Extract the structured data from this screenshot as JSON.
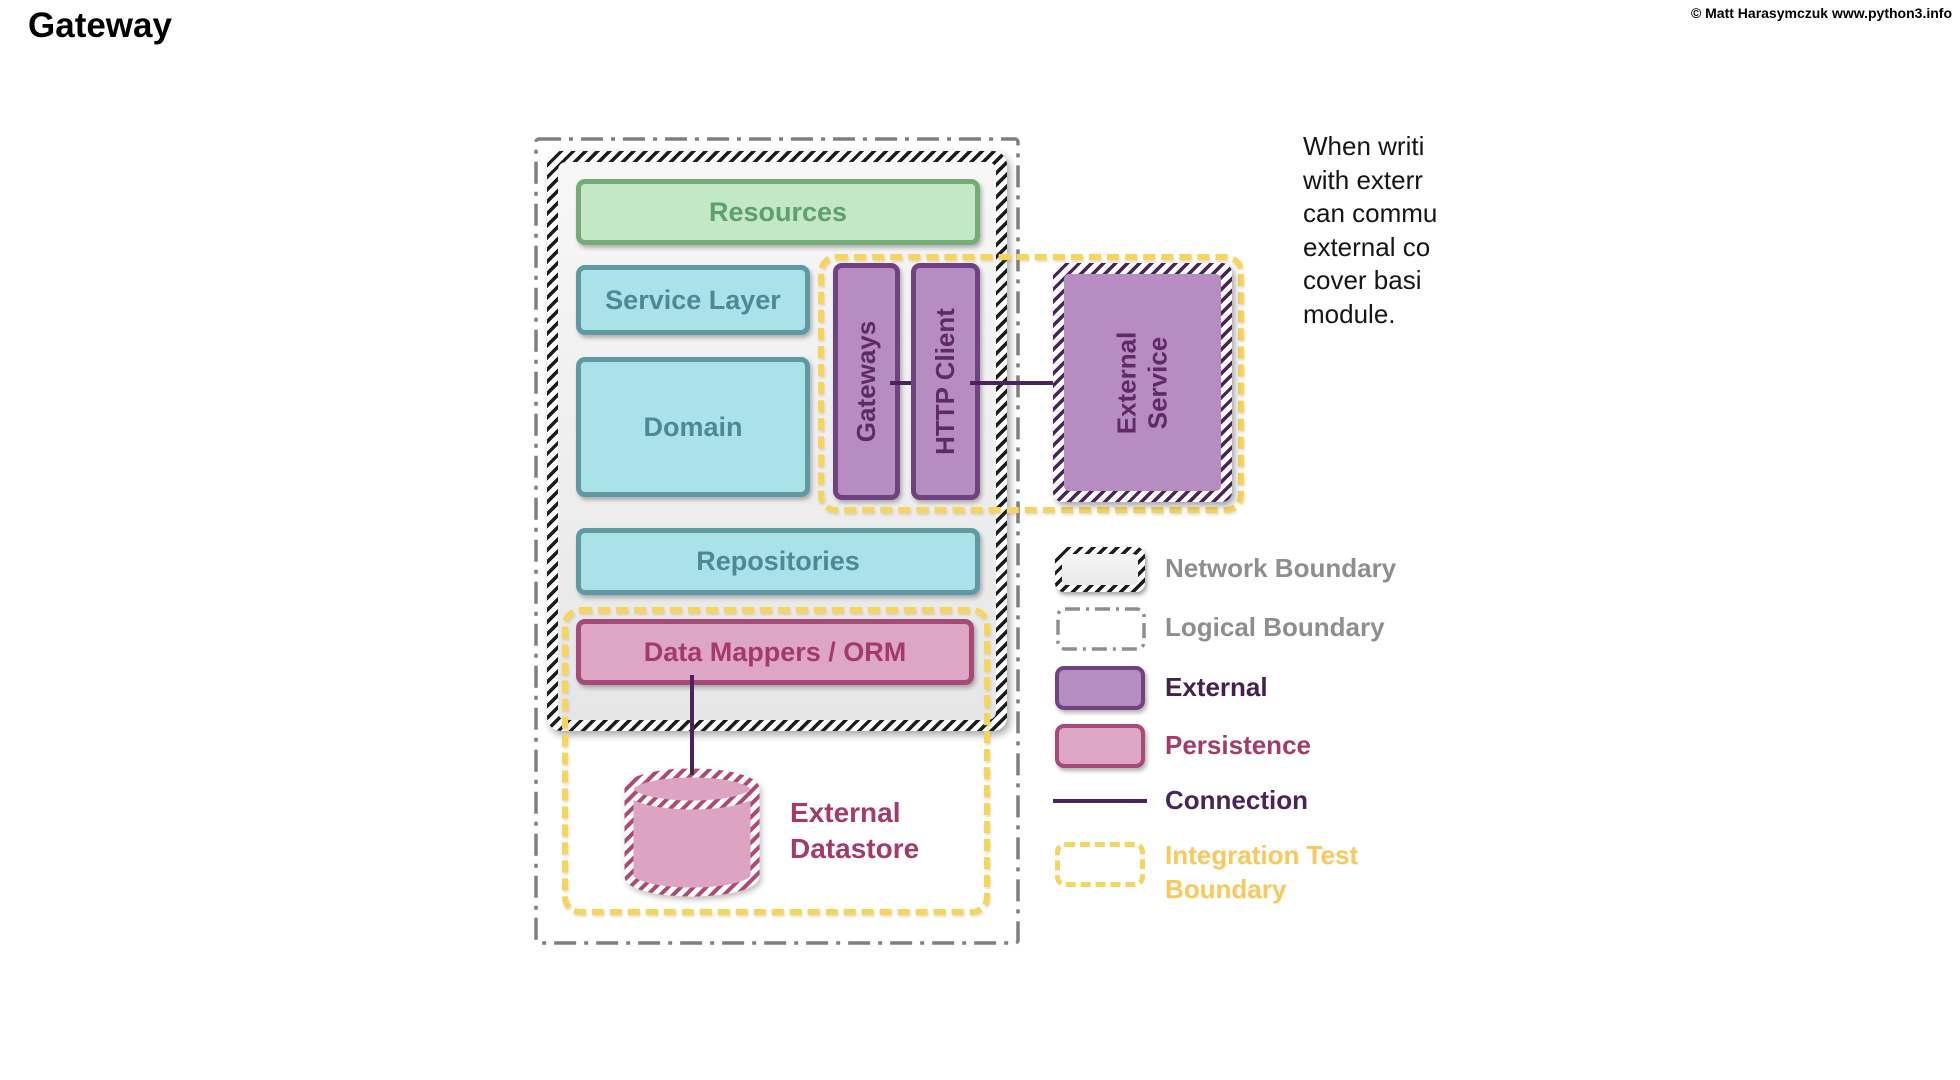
{
  "header": {
    "title": "Gateway",
    "copyright": "© Matt Harasymczuk www.python3.info"
  },
  "note": {
    "lines": [
      "When writi",
      "with exterr",
      "can commu",
      "external co",
      "cover basi",
      "module."
    ]
  },
  "diagram": {
    "resources_label": "Resources",
    "service_layer_label": "Service Layer",
    "domain_label": "Domain",
    "gateways_label": "Gateways",
    "http_client_label": "HTTP Client",
    "external_service_lines": [
      "External",
      "Service"
    ],
    "repositories_label": "Repositories",
    "data_mappers_label": "Data Mappers / ORM",
    "external_datastore_label": "External Datastore"
  },
  "legend": {
    "items": [
      {
        "swatch": "network-hatch",
        "label": "Network Boundary"
      },
      {
        "swatch": "dash-dot",
        "label": "Logical Boundary"
      },
      {
        "swatch": "external-fill",
        "label": "External"
      },
      {
        "swatch": "persistence-fill",
        "label": "Persistence"
      },
      {
        "swatch": "connection-line",
        "label": "Connection"
      },
      {
        "swatch": "integration-dashed",
        "label": "Integration Test Boundary"
      }
    ]
  },
  "colors": {
    "resource_fill": "#c3e8c6",
    "resource_border": "#74ab77",
    "resource_text": "#5f9f68",
    "layer_fill": "#abe2ea",
    "layer_border": "#5f99a3",
    "layer_text": "#4d8995",
    "external_fill": "#b78cc1",
    "external_border": "#6f4380",
    "external_text": "#5f2a68",
    "persistence_fill": "#dda6c4",
    "persistence_border": "#a64a77",
    "persistence_text": "#a43a6b",
    "integration_yellow": "#f6d460",
    "connection_purple": "#4a2458",
    "boundary_gray": "#8e8e8e"
  }
}
